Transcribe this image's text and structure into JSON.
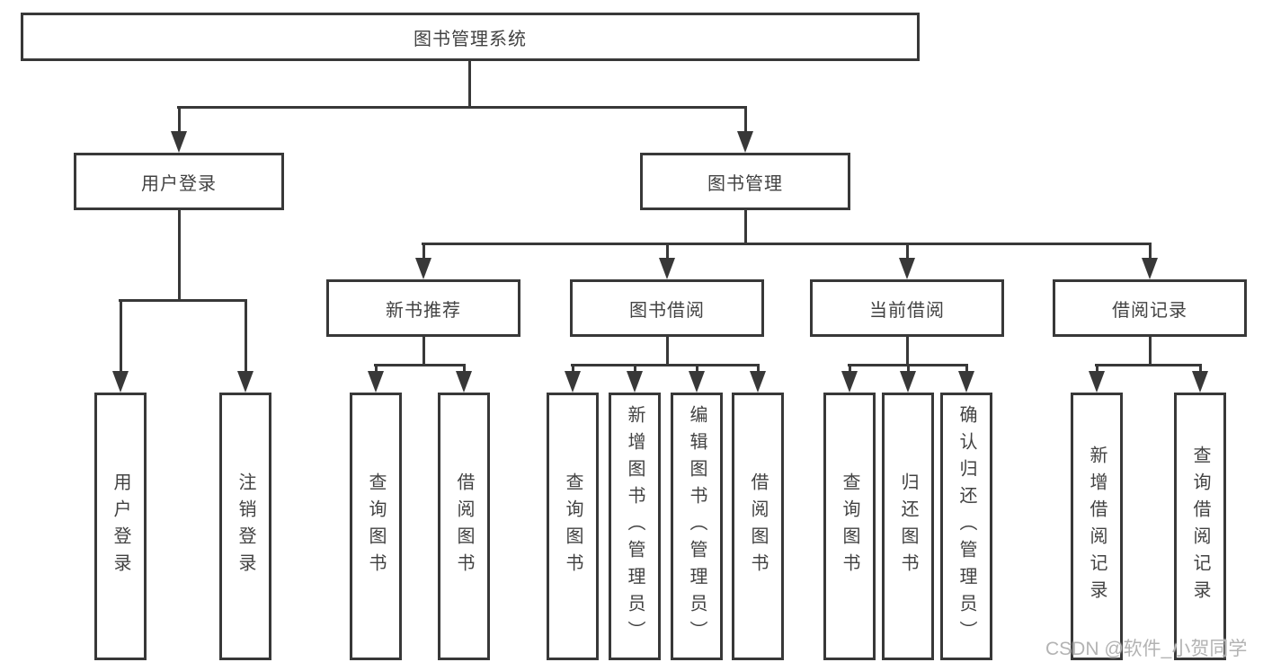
{
  "nodes": {
    "root": "图书管理系统",
    "user_login": "用户登录",
    "book_mgmt": "图书管理",
    "new_book_rec": "新书推荐",
    "book_borrow": "图书借阅",
    "current_borrow": "当前借阅",
    "borrow_record": "借阅记录",
    "ul_login": "用户登录",
    "ul_logout": "注销登录",
    "nb_query_book": "查询图书",
    "nb_borrow_book": "借阅图书",
    "bb_query_book": "查询图书",
    "bb_add_book": "新增图书（管理员）",
    "bb_edit_book": "编辑图书（管理员）",
    "bb_borrow_book": "借阅图书",
    "cb_query_book": "查询图书",
    "cb_return_book": "归还图书",
    "cb_confirm_return": "确认归还（管理员）",
    "br_add_record": "新增借阅记录",
    "br_query_record": "查询借阅记录"
  },
  "hierarchy": {
    "图书管理系统": [
      "用户登录",
      "图书管理"
    ],
    "用户登录": [
      "用户登录",
      "注销登录"
    ],
    "图书管理": [
      "新书推荐",
      "图书借阅",
      "当前借阅",
      "借阅记录"
    ],
    "新书推荐": [
      "查询图书",
      "借阅图书"
    ],
    "图书借阅": [
      "查询图书",
      "新增图书（管理员）",
      "编辑图书（管理员）",
      "借阅图书"
    ],
    "当前借阅": [
      "查询图书",
      "归还图书",
      "确认归还（管理员）"
    ],
    "借阅记录": [
      "新增借阅记录",
      "查询借阅记录"
    ]
  },
  "watermark": "CSDN @软件_小贺同学",
  "colors": {
    "line": "#383838",
    "text": "#424242",
    "box_bg": "#ffffff",
    "watermark": "#b3b3b3"
  }
}
